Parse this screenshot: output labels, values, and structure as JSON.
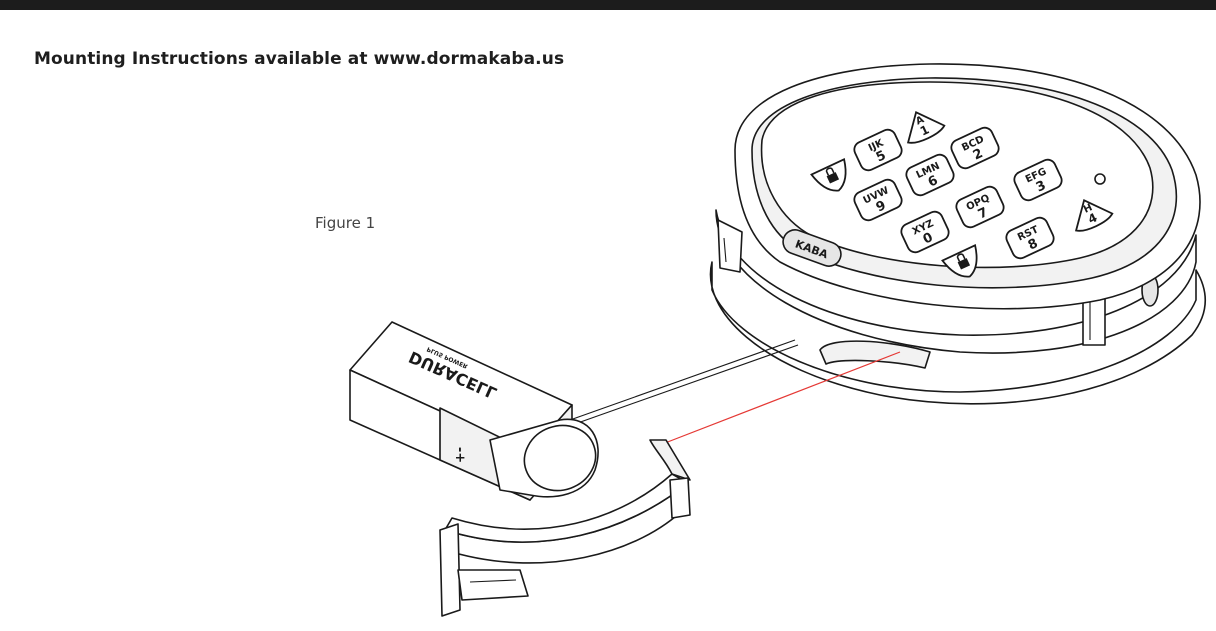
{
  "heading": "Mounting Instructions available at www.dormakaba.us",
  "caption": "Figure 1",
  "battery": {
    "brand": "DURACELL",
    "subtext": "PLUS POWER",
    "terminal_marks": "-+"
  },
  "lock_logo": "KABA",
  "keypad": [
    {
      "letters": "A",
      "digit": "1"
    },
    {
      "letters": "BCD",
      "digit": "2"
    },
    {
      "letters": "EFG",
      "digit": "3"
    },
    {
      "letters": "H",
      "digit": "4"
    },
    {
      "letters": "IJK",
      "digit": "5"
    },
    {
      "letters": "LMN",
      "digit": "6"
    },
    {
      "letters": "OPQ",
      "digit": "7"
    },
    {
      "letters": "RST",
      "digit": "8"
    },
    {
      "letters": "UVW",
      "digit": "9"
    },
    {
      "letters": "XYZ",
      "digit": "0"
    },
    {
      "letters": "",
      "digit": "",
      "icon": "lock-icon"
    },
    {
      "letters": "",
      "digit": "",
      "icon": "lock-icon"
    }
  ],
  "colors": {
    "guide_line": "#e53935",
    "rule": "#1c1c1c"
  }
}
